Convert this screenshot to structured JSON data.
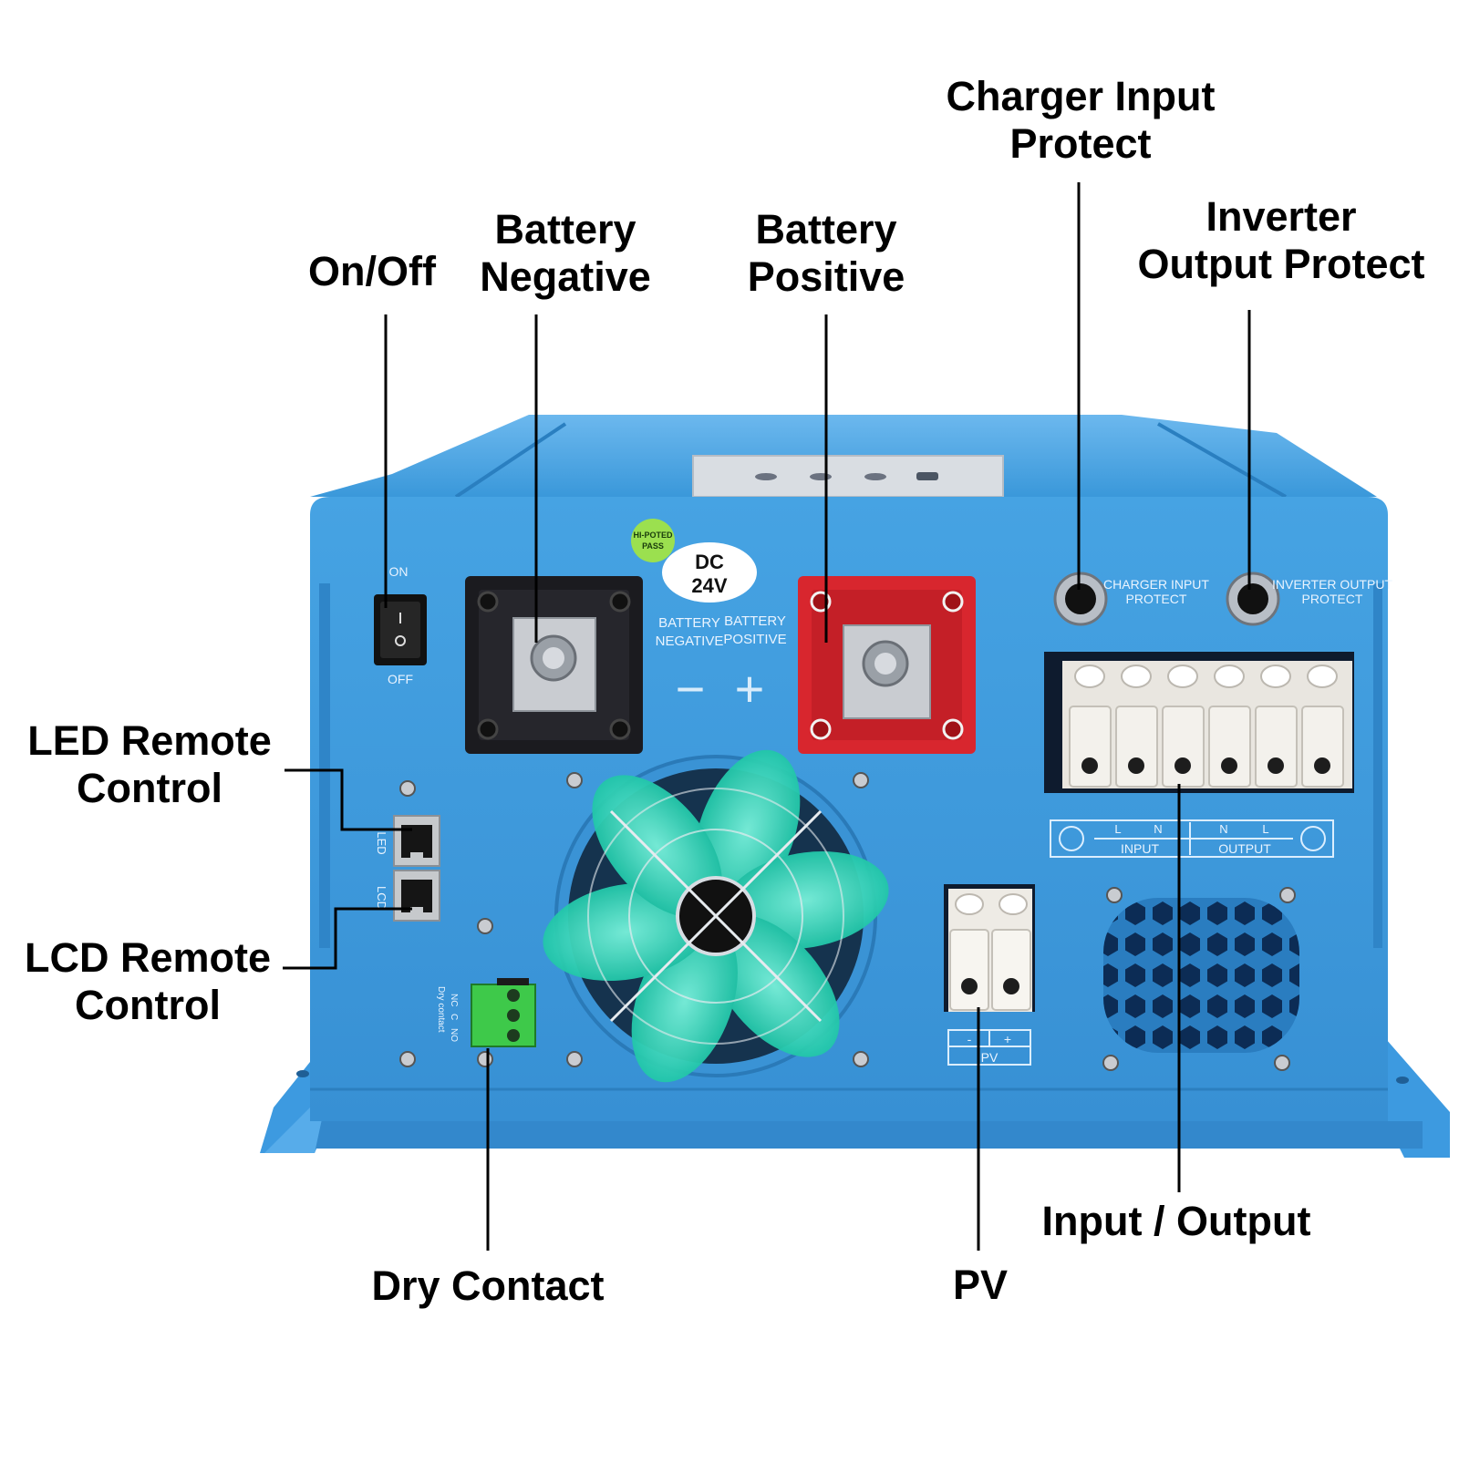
{
  "callouts": {
    "on_off": "On/Off",
    "battery_negative": [
      "Battery",
      "Negative"
    ],
    "battery_positive": [
      "Battery",
      "Positive"
    ],
    "charger_input_protect": [
      "Charger Input",
      "Protect"
    ],
    "inverter_output_protect": [
      "Inverter",
      "Output Protect"
    ],
    "led_remote_control": [
      "LED Remote",
      "Control"
    ],
    "lcd_remote_control": [
      "LCD Remote",
      "Control"
    ],
    "dry_contact": "Dry Contact",
    "pv": "PV",
    "input_output": "Input / Output"
  },
  "panel": {
    "switch_on": "ON",
    "switch_off": "OFF",
    "hipot_sticker": [
      "HI-POTED",
      "PASS"
    ],
    "dc_label": [
      "DC",
      "24V"
    ],
    "battery_negative_print": [
      "BATTERY",
      "NEGATIVE"
    ],
    "battery_positive_print": [
      "BATTERY",
      "POSITIVE"
    ],
    "minus_sign": "−",
    "plus_sign": "+",
    "charger_input_print": [
      "CHARGER INPUT",
      "PROTECT"
    ],
    "inverter_output_print": [
      "INVERTER OUTPUT",
      "PROTECT"
    ],
    "terminal_letters": [
      "L",
      "N",
      "N",
      "L"
    ],
    "input_print": "INPUT",
    "output_print": "OUTPUT",
    "led_port_print": "LED",
    "lcd_port_print": "LCD",
    "dry_contact_print": [
      "NC",
      "C",
      "NO",
      "Dry contact"
    ],
    "pv_minus": "-",
    "pv_plus": "+",
    "pv_print": "PV"
  },
  "colors": {
    "body_blue": "#3f9ee0",
    "body_dark": "#2c7fbf",
    "fan_teal": "#3fe0c2",
    "pos_red": "#d8262e",
    "neg_black": "#1b1b1f",
    "dry_green": "#3ec94a"
  }
}
